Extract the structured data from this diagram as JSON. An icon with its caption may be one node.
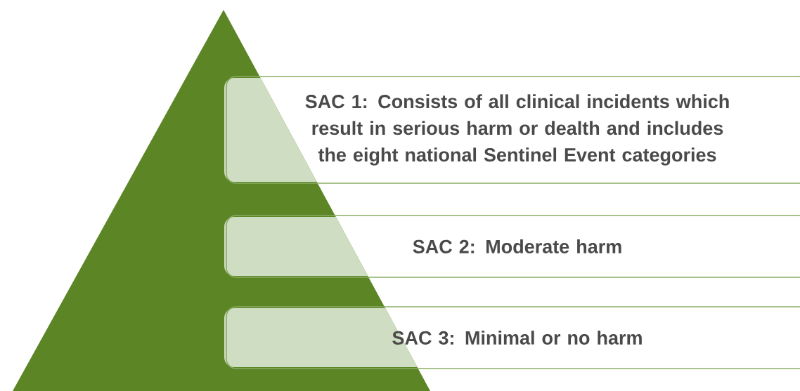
{
  "diagram": {
    "nodes": [
      {
        "text": [
          "SAC 1: Consists of all clinical incidents which result in serious harm or dealth and includes the eight national Sentinel Event categories"
        ]
      },
      {
        "text": [
          "SAC 2: Moderate harm"
        ]
      },
      {
        "text": [
          "SAC 3: Minimal or no harm"
        ]
      }
    ]
  }
}
